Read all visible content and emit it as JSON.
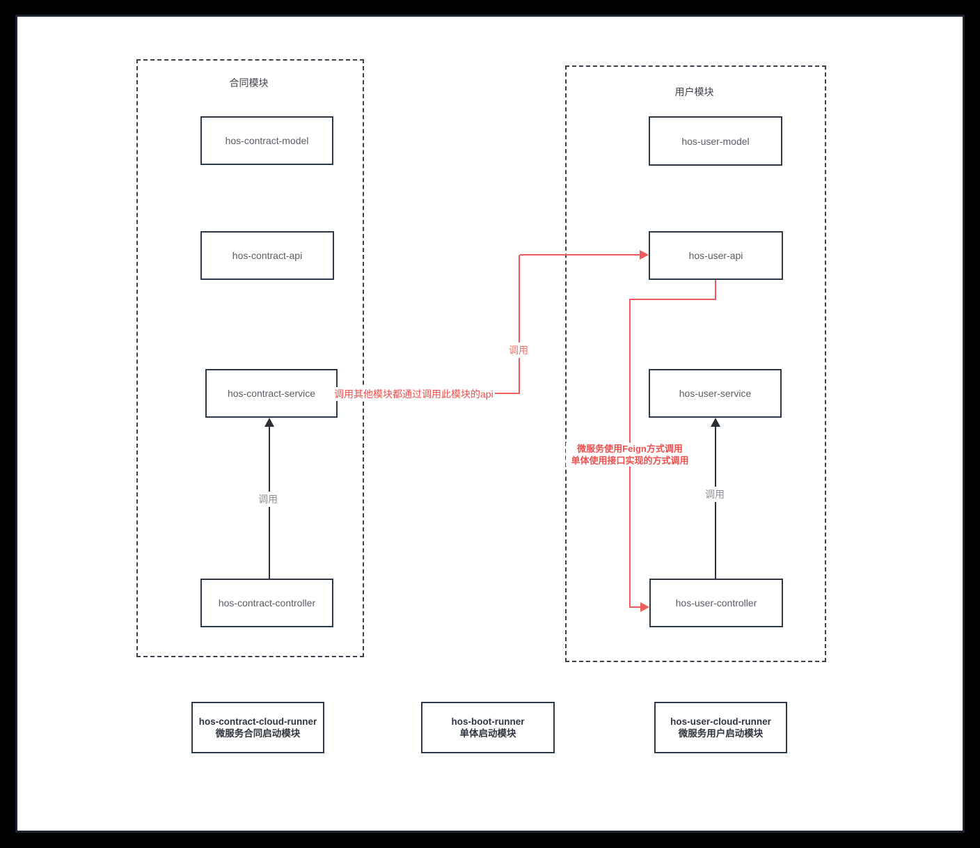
{
  "modules": {
    "contract": {
      "title": "合同模块",
      "model": "hos-contract-model",
      "api": "hos-contract-api",
      "service": "hos-contract-service",
      "controller": "hos-contract-controller"
    },
    "user": {
      "title": "用户模块",
      "model": "hos-user-model",
      "api": "hos-user-api",
      "service": "hos-user-service",
      "controller": "hos-user-controller"
    }
  },
  "runners": {
    "contract_cloud": {
      "name": "hos-contract-cloud-runner",
      "subtitle": "微服务合同启动模块"
    },
    "boot": {
      "name": "hos-boot-runner",
      "subtitle": "单体启动模块"
    },
    "user_cloud": {
      "name": "hos-user-cloud-runner",
      "subtitle": "微服务用户启动模块"
    }
  },
  "labels": {
    "call_contract": "调用",
    "call_user": "调用",
    "call_red": "调用",
    "api_note": "调用其他模块都通过调用此模块的api",
    "feign_note_line1": "微服务使用Feign方式调用",
    "feign_note_line2": "单体使用接口实现的方式调用"
  },
  "colors": {
    "accent_red": "#f15b5b",
    "line_dark": "#2b2f36",
    "node_border": "#2e3947",
    "page_background": "#ffffff",
    "outer_background": "#000000"
  }
}
